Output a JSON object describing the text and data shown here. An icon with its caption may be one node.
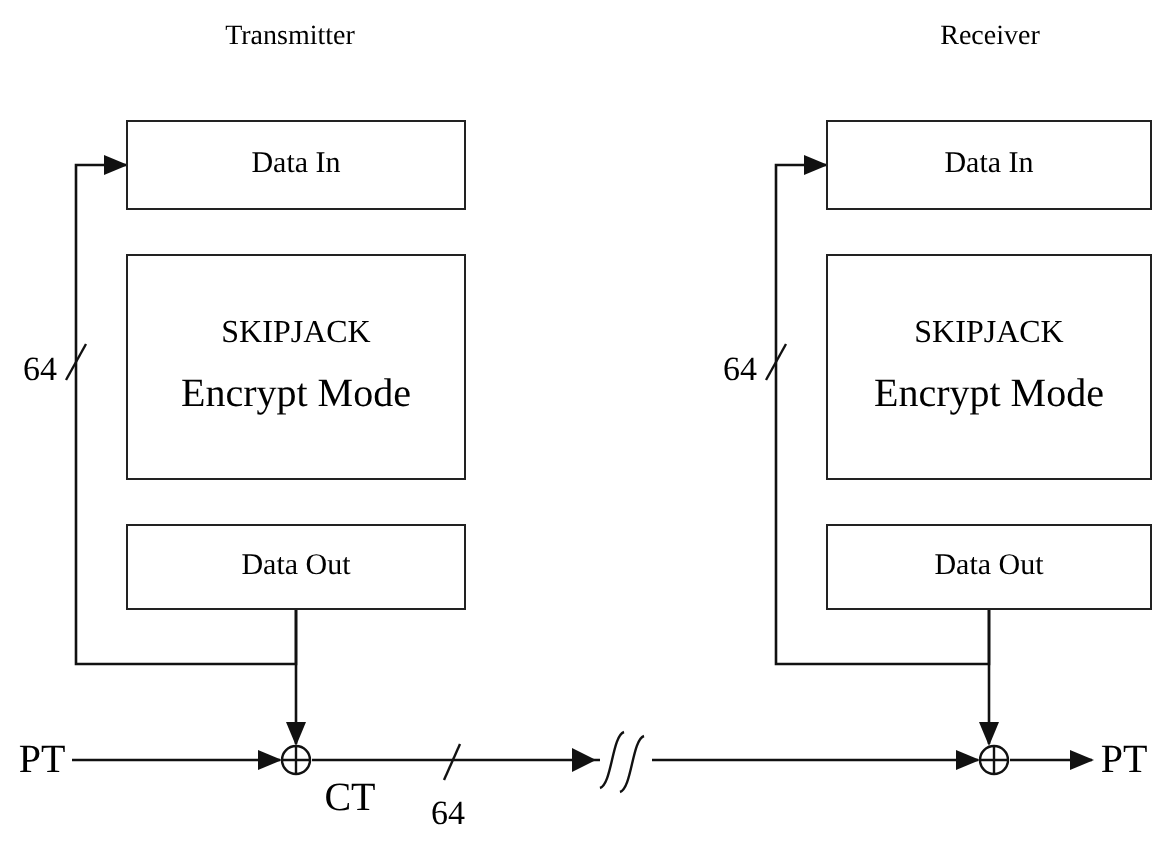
{
  "diagram": {
    "nodes": [
      {
        "text": [
          "Data In"
        ]
      },
      {
        "text": [
          "SKIPJACK",
          "Encrypt Mode"
        ]
      },
      {
        "text": [
          "Data Out"
        ]
      },
      {
        "text": [],
        "shape": "circle"
      },
      {
        "text": [
          "PT"
        ]
      },
      {
        "text": [
          "Data In"
        ]
      },
      {
        "text": [
          "SKIPJACK",
          "Encrypt Mode"
        ]
      },
      {
        "text": [
          "Data Out"
        ]
      },
      {
        "text": [],
        "shape": "circle"
      },
      {
        "text": [
          "PT"
        ]
      }
    ],
    "edges": [
      {
        "from": 4,
        "to": 3,
        "arrow": "to"
      },
      {
        "from": 2,
        "to": 3,
        "arrow": "to"
      },
      {
        "from": 2,
        "to": 0,
        "arrow": "to"
      },
      {
        "from": 3,
        "to": 8,
        "arrow": "to"
      },
      {
        "from": 7,
        "to": 8,
        "arrow": "to"
      },
      {
        "from": 7,
        "to": 5,
        "arrow": "to"
      },
      {
        "from": 8,
        "to": 9,
        "arrow": "to"
      }
    ],
    "labels": [
      "Transmitter",
      "Receiver",
      "64",
      "64",
      "CT",
      "64"
    ]
  }
}
